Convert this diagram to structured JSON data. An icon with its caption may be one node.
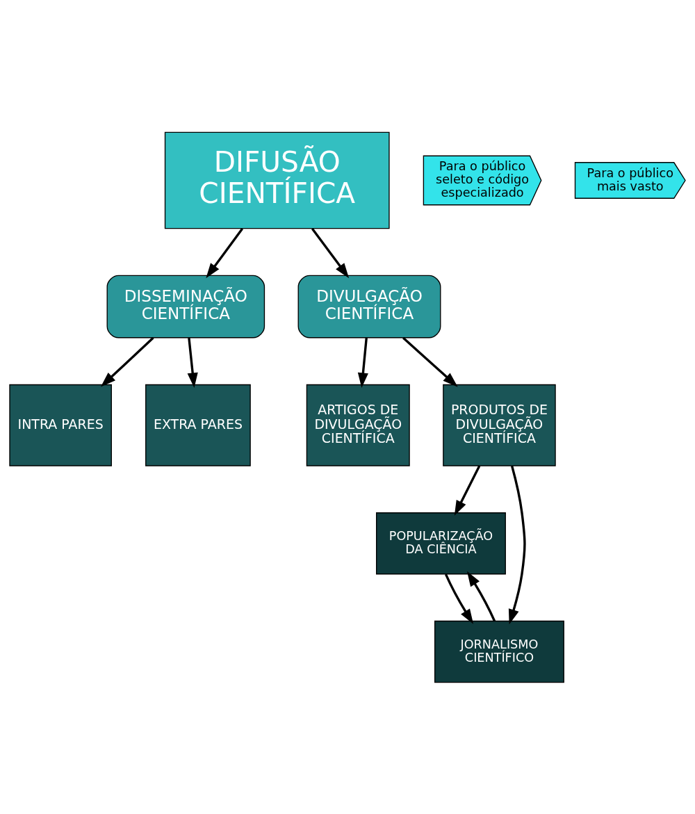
{
  "diagram": {
    "nodes": [
      {
        "text": [
          "DIFUSÃO CIENTÍFICA"
        ]
      },
      {
        "text": [
          "Para o público seleto e código especializado"
        ]
      },
      {
        "text": [
          "Para o público mais vasto"
        ]
      },
      {
        "text": [
          "DISSEMINAÇÃO CIENTÍFICA"
        ]
      },
      {
        "text": [
          "DIVULGAÇÃO CIENTÍFICA"
        ]
      },
      {
        "text": [
          "INTRA PARES"
        ]
      },
      {
        "text": [
          "EXTRA PARES"
        ]
      },
      {
        "text": [
          "ARTIGOS DE DIVULGAÇÃO CIENTÍFICA"
        ]
      },
      {
        "text": [
          "PRODUTOS DE DIVULGAÇÃO CIENTÍFICA"
        ]
      },
      {
        "text": [
          "POPULARIZAÇÃO DA CIÊNCIA"
        ]
      },
      {
        "text": [
          "JORNALISMO CIENTÍFICO"
        ]
      }
    ],
    "edges": [
      {
        "from": 0,
        "to": 3,
        "arrow": "to"
      },
      {
        "from": 0,
        "to": 4,
        "arrow": "to"
      },
      {
        "from": 3,
        "to": 5,
        "arrow": "to"
      },
      {
        "from": 3,
        "to": 6,
        "arrow": "to"
      },
      {
        "from": 4,
        "to": 7,
        "arrow": "to"
      },
      {
        "from": 4,
        "to": 8,
        "arrow": "to"
      },
      {
        "from": 8,
        "to": 9,
        "arrow": "to"
      },
      {
        "from": 8,
        "to": 10,
        "arrow": "to"
      },
      {
        "from": 10,
        "to": 9,
        "arrow": "to"
      },
      {
        "from": 9,
        "to": 10,
        "arrow": "to"
      }
    ]
  }
}
